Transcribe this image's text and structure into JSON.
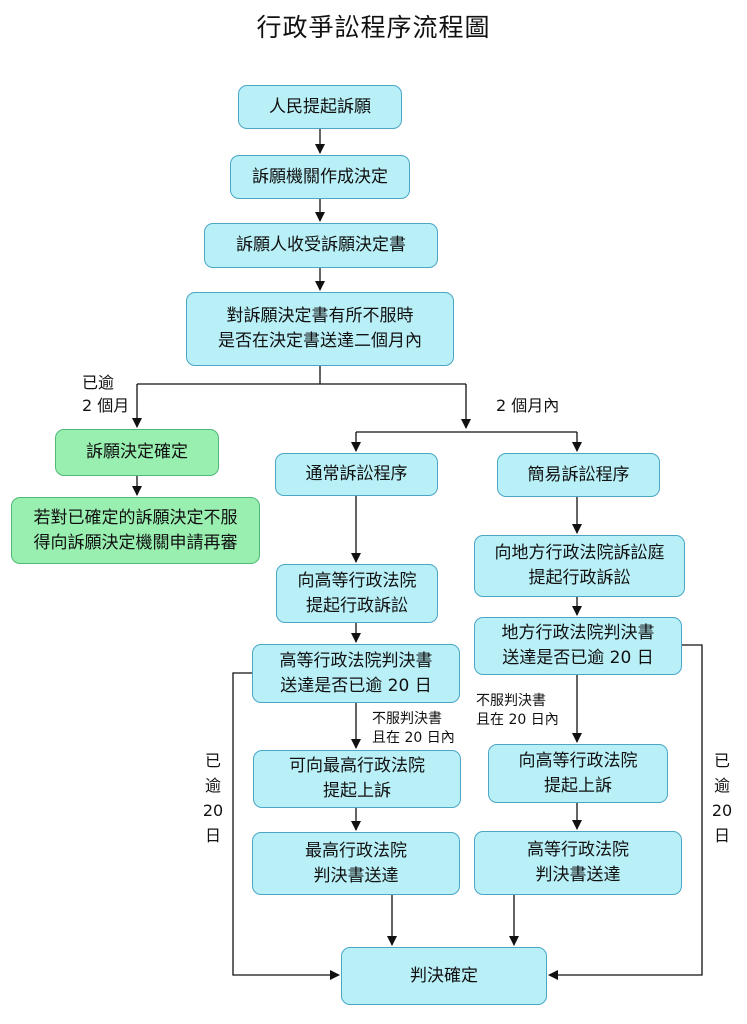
{
  "title": "行政爭訟程序流程圖",
  "nodes": {
    "petition": "人民提起訴願",
    "decision": "訴願機關作成決定",
    "receive": "訴願人收受訴願決定書",
    "check": "對訴願決定書有所不服時\n是否在決定書送達二個月內",
    "final_petition": "訴願決定確定",
    "reexam": "若對已確定的訴願決定不服\n得向訴願決定機關申請再審",
    "ordinary": "通常訴訟程序",
    "simple": "簡易訴訟程序",
    "high_court_suit": "向高等行政法院\n提起行政訴訟",
    "district_suit": "向地方行政法院訴訟庭\n提起行政訴訟",
    "high_judgment": "高等行政法院判決書\n送達是否已逾 20 日",
    "district_judgment": "地方行政法院判決書\n送達是否已逾 20 日",
    "supreme_appeal": "可向最高行政法院\n提起上訴",
    "high_appeal": "向高等行政法院\n提起上訴",
    "supreme_served": "最高行政法院\n判決書送達",
    "high_served": "高等行政法院\n判決書送達",
    "final": "判決確定"
  },
  "labels": {
    "over_2_months": "已逾\n2 個月",
    "within_2_months": "2 個月內",
    "appeal_left": "不服判決書\n且在 20 日內",
    "appeal_right": "不服判決書\n且在 20 日內",
    "over_20_left": "已\n逾\n20\n日",
    "over_20_right": "已\n逾\n20\n日"
  }
}
